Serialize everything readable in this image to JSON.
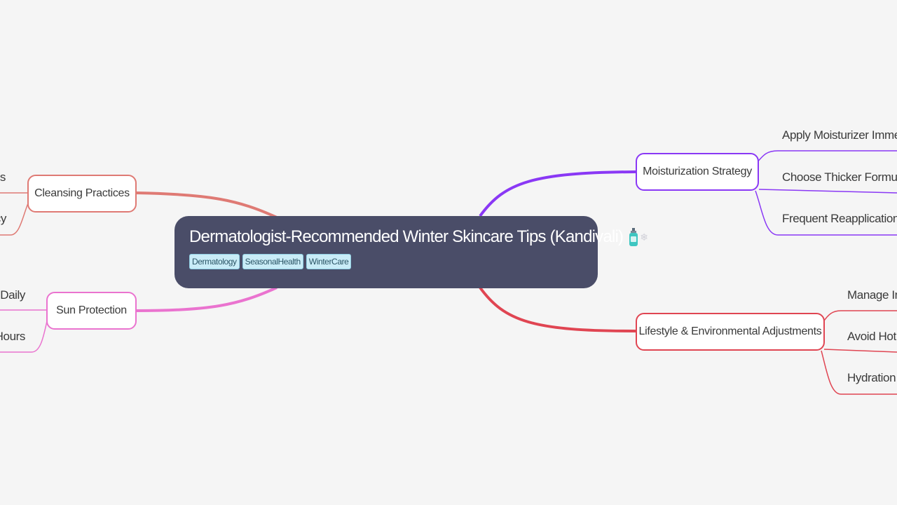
{
  "root": {
    "title": "Dermatologist-Recommended Winter Skincare Tips (Kandivali)",
    "icons": [
      "lotion-bottle-icon",
      "snowflake-icon"
    ],
    "tags": [
      "Dermatology",
      "SeasonalHealth",
      "WinterCare"
    ]
  },
  "branches": {
    "cleansing": {
      "label": "Cleansing Practices",
      "color": "#df7a74",
      "children": [
        "rs",
        "cy"
      ]
    },
    "sun": {
      "label": "Sun Protection",
      "color": "#ea73cf",
      "children": [
        "n Daily",
        "Hours"
      ]
    },
    "moisturization": {
      "label": "Moisturization Strategy",
      "color": "#8a38f5",
      "children": [
        "Apply Moisturizer Immediat",
        "Choose Thicker Formulation",
        "Frequent Reapplication"
      ]
    },
    "lifestyle": {
      "label": "Lifestyle & Environmental Adjustments",
      "color": "#e04552",
      "children": [
        "Manage Indo",
        "Avoid Hot W",
        "Hydration ar"
      ]
    }
  }
}
